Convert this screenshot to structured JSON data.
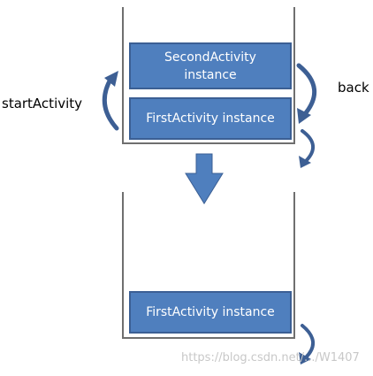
{
  "blocks": {
    "second_instance": [
      "SecondActivity",
      "instance"
    ],
    "first_instance_top": "FirstActivity instance",
    "first_instance_bottom": "FirstActivity instance"
  },
  "labels": {
    "start_activity": "startActivity",
    "back": "back"
  },
  "watermark": "https://blog.csdn.net/.../W1407",
  "colors": {
    "block_fill": "#4f7fbe",
    "block_border": "#3b5f94",
    "arrow": "#3d5f94",
    "down_arrow": "#4f7fbe"
  }
}
